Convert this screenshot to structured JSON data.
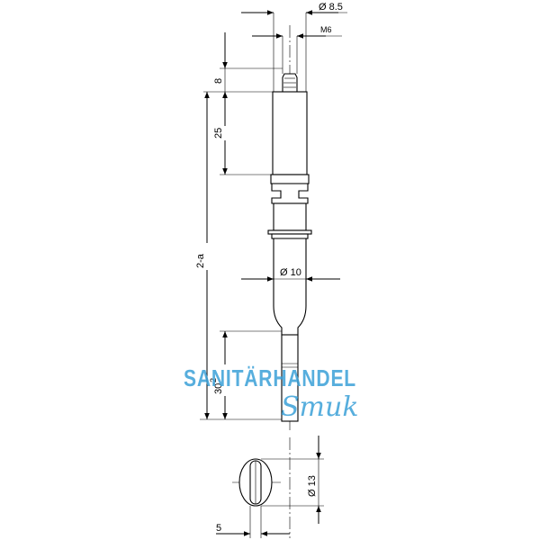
{
  "dimensions": {
    "top_diameter": "Ø 8.5",
    "thread": "M6",
    "pin_length": "8",
    "upper_length": "25",
    "total_length": "2-a",
    "mid_diameter": "Ø 10",
    "bottom_length": "30",
    "bottom_tolerance": "-2",
    "slot_diameter": "Ø 13",
    "slot_width": "5"
  },
  "watermark": {
    "line1": "SANITÄRHANDEL",
    "line2": "Smuk"
  }
}
